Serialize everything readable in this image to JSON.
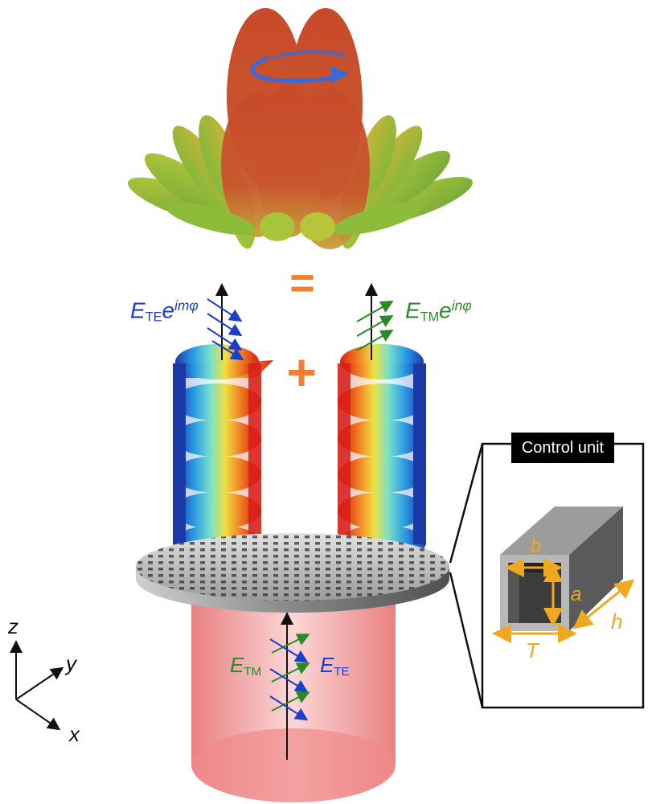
{
  "equals_sign": "=",
  "plus_sign": "+",
  "top_beam": {
    "name": "multiplexed-vortex-beam",
    "colors": {
      "red": "#c84a2a",
      "orange": "#d8733a",
      "green": "#8dbb3a",
      "yellow": "#c8c23a"
    }
  },
  "left_vortex": {
    "field": "E",
    "mode": "TE",
    "phase": "imφ",
    "color": "#1a3fc8"
  },
  "right_vortex": {
    "field": "E",
    "mode": "TM",
    "phase": "inφ",
    "color": "#2a8a2a"
  },
  "input_beam": {
    "tm_field": "E",
    "tm_mode": "TM",
    "te_field": "E",
    "te_mode": "TE",
    "cylinder_color": "#f08a8a"
  },
  "control_unit": {
    "title": "Control unit",
    "label_b": "b",
    "label_a": "a",
    "label_h": "h",
    "label_T": "T",
    "dimension_color": "#f0a820"
  },
  "axes": {
    "z": "z",
    "y": "y",
    "x": "x"
  }
}
